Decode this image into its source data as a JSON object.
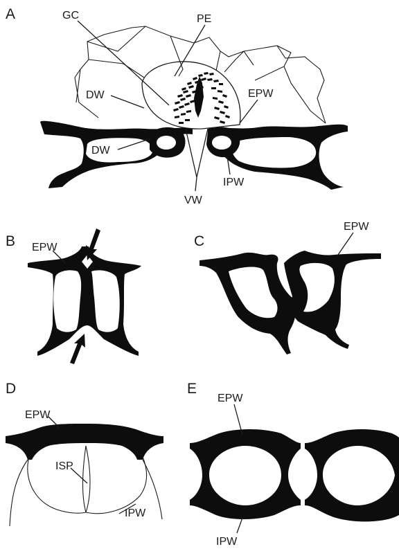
{
  "panels": {
    "A": {
      "letter": "A",
      "labels": {
        "gc": "GC",
        "pe": "PE",
        "dw_top": "DW",
        "dw_bottom": "DW",
        "epw": "EPW",
        "ipw": "IPW",
        "vw": "VW"
      }
    },
    "B": {
      "letter": "B",
      "labels": {
        "epw": "EPW"
      }
    },
    "C": {
      "letter": "C",
      "labels": {
        "epw": "EPW"
      }
    },
    "D": {
      "letter": "D",
      "labels": {
        "epw": "EPW",
        "isp": "ISP",
        "ipw": "IPW"
      }
    },
    "E": {
      "letter": "E",
      "labels": {
        "epw": "EPW",
        "ipw": "IPW"
      }
    }
  },
  "colors": {
    "ink": "#0d0d0d",
    "background": "#ffffff"
  }
}
